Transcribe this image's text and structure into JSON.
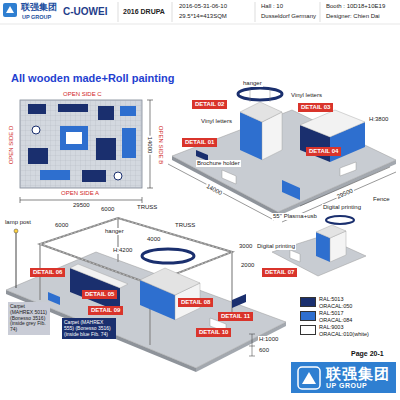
{
  "diagram": {
    "title": "All wooden made+Roll painting",
    "nodes": [
      {
        "text": [
          "DETAIL 02"
        ]
      },
      {
        "text": [
          "DETAIL 03"
        ]
      },
      {
        "text": [
          "DETAIL 01"
        ]
      },
      {
        "text": [
          "DETAIL 04"
        ]
      },
      {
        "text": [
          "DETAIL 07"
        ]
      },
      {
        "text": [
          "DETAIL 06"
        ]
      },
      {
        "text": [
          "DETAIL 05"
        ]
      },
      {
        "text": [
          "DETAIL 09"
        ]
      },
      {
        "text": [
          "DETAIL 08"
        ]
      },
      {
        "text": [
          "DETAIL 11"
        ]
      },
      {
        "text": [
          "DETAIL 10"
        ]
      },
      {
        "text": [
          "Carpet (MAHREX 5011) (Bonesso 3516) (inside grey Fib. 74)"
        ]
      },
      {
        "text": [
          "Carpet (MAHREX 555) (Bonesso 3516) (inside blue Fib. 74)"
        ]
      },
      {
        "text": [
          "联强集团",
          "UP GROUP"
        ]
      }
    ],
    "labels": [
      "联强集团",
      "UP GROUP",
      "C-UOWEI",
      "2016 DRUPA",
      "2016-05-31-06-10",
      "29.5*14=413SQM",
      "Hall : 10",
      "Dusseldorf Germany",
      "Booth : 10D18+10E19",
      "Designer: Chien Dai",
      "OPEN SIDE C",
      "OPEN SIDE D",
      "14000",
      "OPEN SIDE B",
      "OPEN SIDE A",
      "29500",
      "hanger",
      "Vinyl letters",
      "Vinyl letters",
      "H:3800",
      "Brochure holder",
      "14000",
      "29500",
      "Fence",
      "Digital printing",
      "55'' Plasma+usb",
      "Digital printing",
      "lamp post",
      "6000",
      "6000",
      "TRUSS",
      "hanger",
      "TRUSS",
      "4000",
      "H:4200",
      "3000",
      "2000",
      "H:1000",
      "600",
      "Page 20-1"
    ],
    "legend": [
      {
        "text": "RAL:5013 ORACAL:050",
        "color": "#1a2f6e"
      },
      {
        "text": "RAL:5017 ORACAL:084",
        "color": "#2e6fcf"
      },
      {
        "text": "RAL:9003 ORACAL:010(white)",
        "color": "#ffffff"
      }
    ]
  }
}
